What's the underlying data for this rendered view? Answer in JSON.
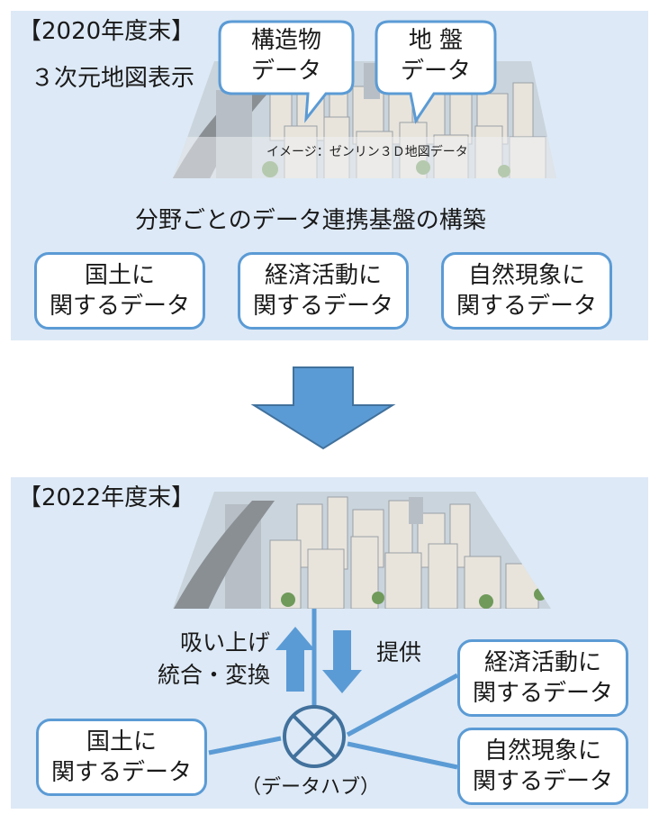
{
  "colors": {
    "panel": "#dde9f6",
    "accent": "#5b9bd5",
    "accent_dark": "#41719c",
    "text": "#1a1a1a"
  },
  "top": {
    "period": "【2020年度末】",
    "map_label": "３次元地図表示",
    "bubble_structure": [
      "構造物",
      "データ"
    ],
    "bubble_ground": [
      "地 盤",
      "データ"
    ],
    "credit": "イメージ：ゼンリン３Ｄ地図データ",
    "platform_title": "分野ごとのデータ連携基盤の構築",
    "boxes": [
      [
        "国土に",
        "関するデータ"
      ],
      [
        "経済活動に",
        "関するデータ"
      ],
      [
        "自然現象に",
        "関するデータ"
      ]
    ]
  },
  "bottom": {
    "period": "【2022年度末】",
    "up_label": [
      "吸い上げ",
      "統合・変換"
    ],
    "down_label": "提供",
    "hub_label": "（データハブ）",
    "boxes": {
      "land": [
        "国土に",
        "関するデータ"
      ],
      "economy": [
        "経済活動に",
        "関するデータ"
      ],
      "nature": [
        "自然現象に",
        "関するデータ"
      ]
    }
  },
  "icons": [
    "city-3d-map-image",
    "down-arrow-icon",
    "up-arrow-icon",
    "hub-cross-icon"
  ]
}
